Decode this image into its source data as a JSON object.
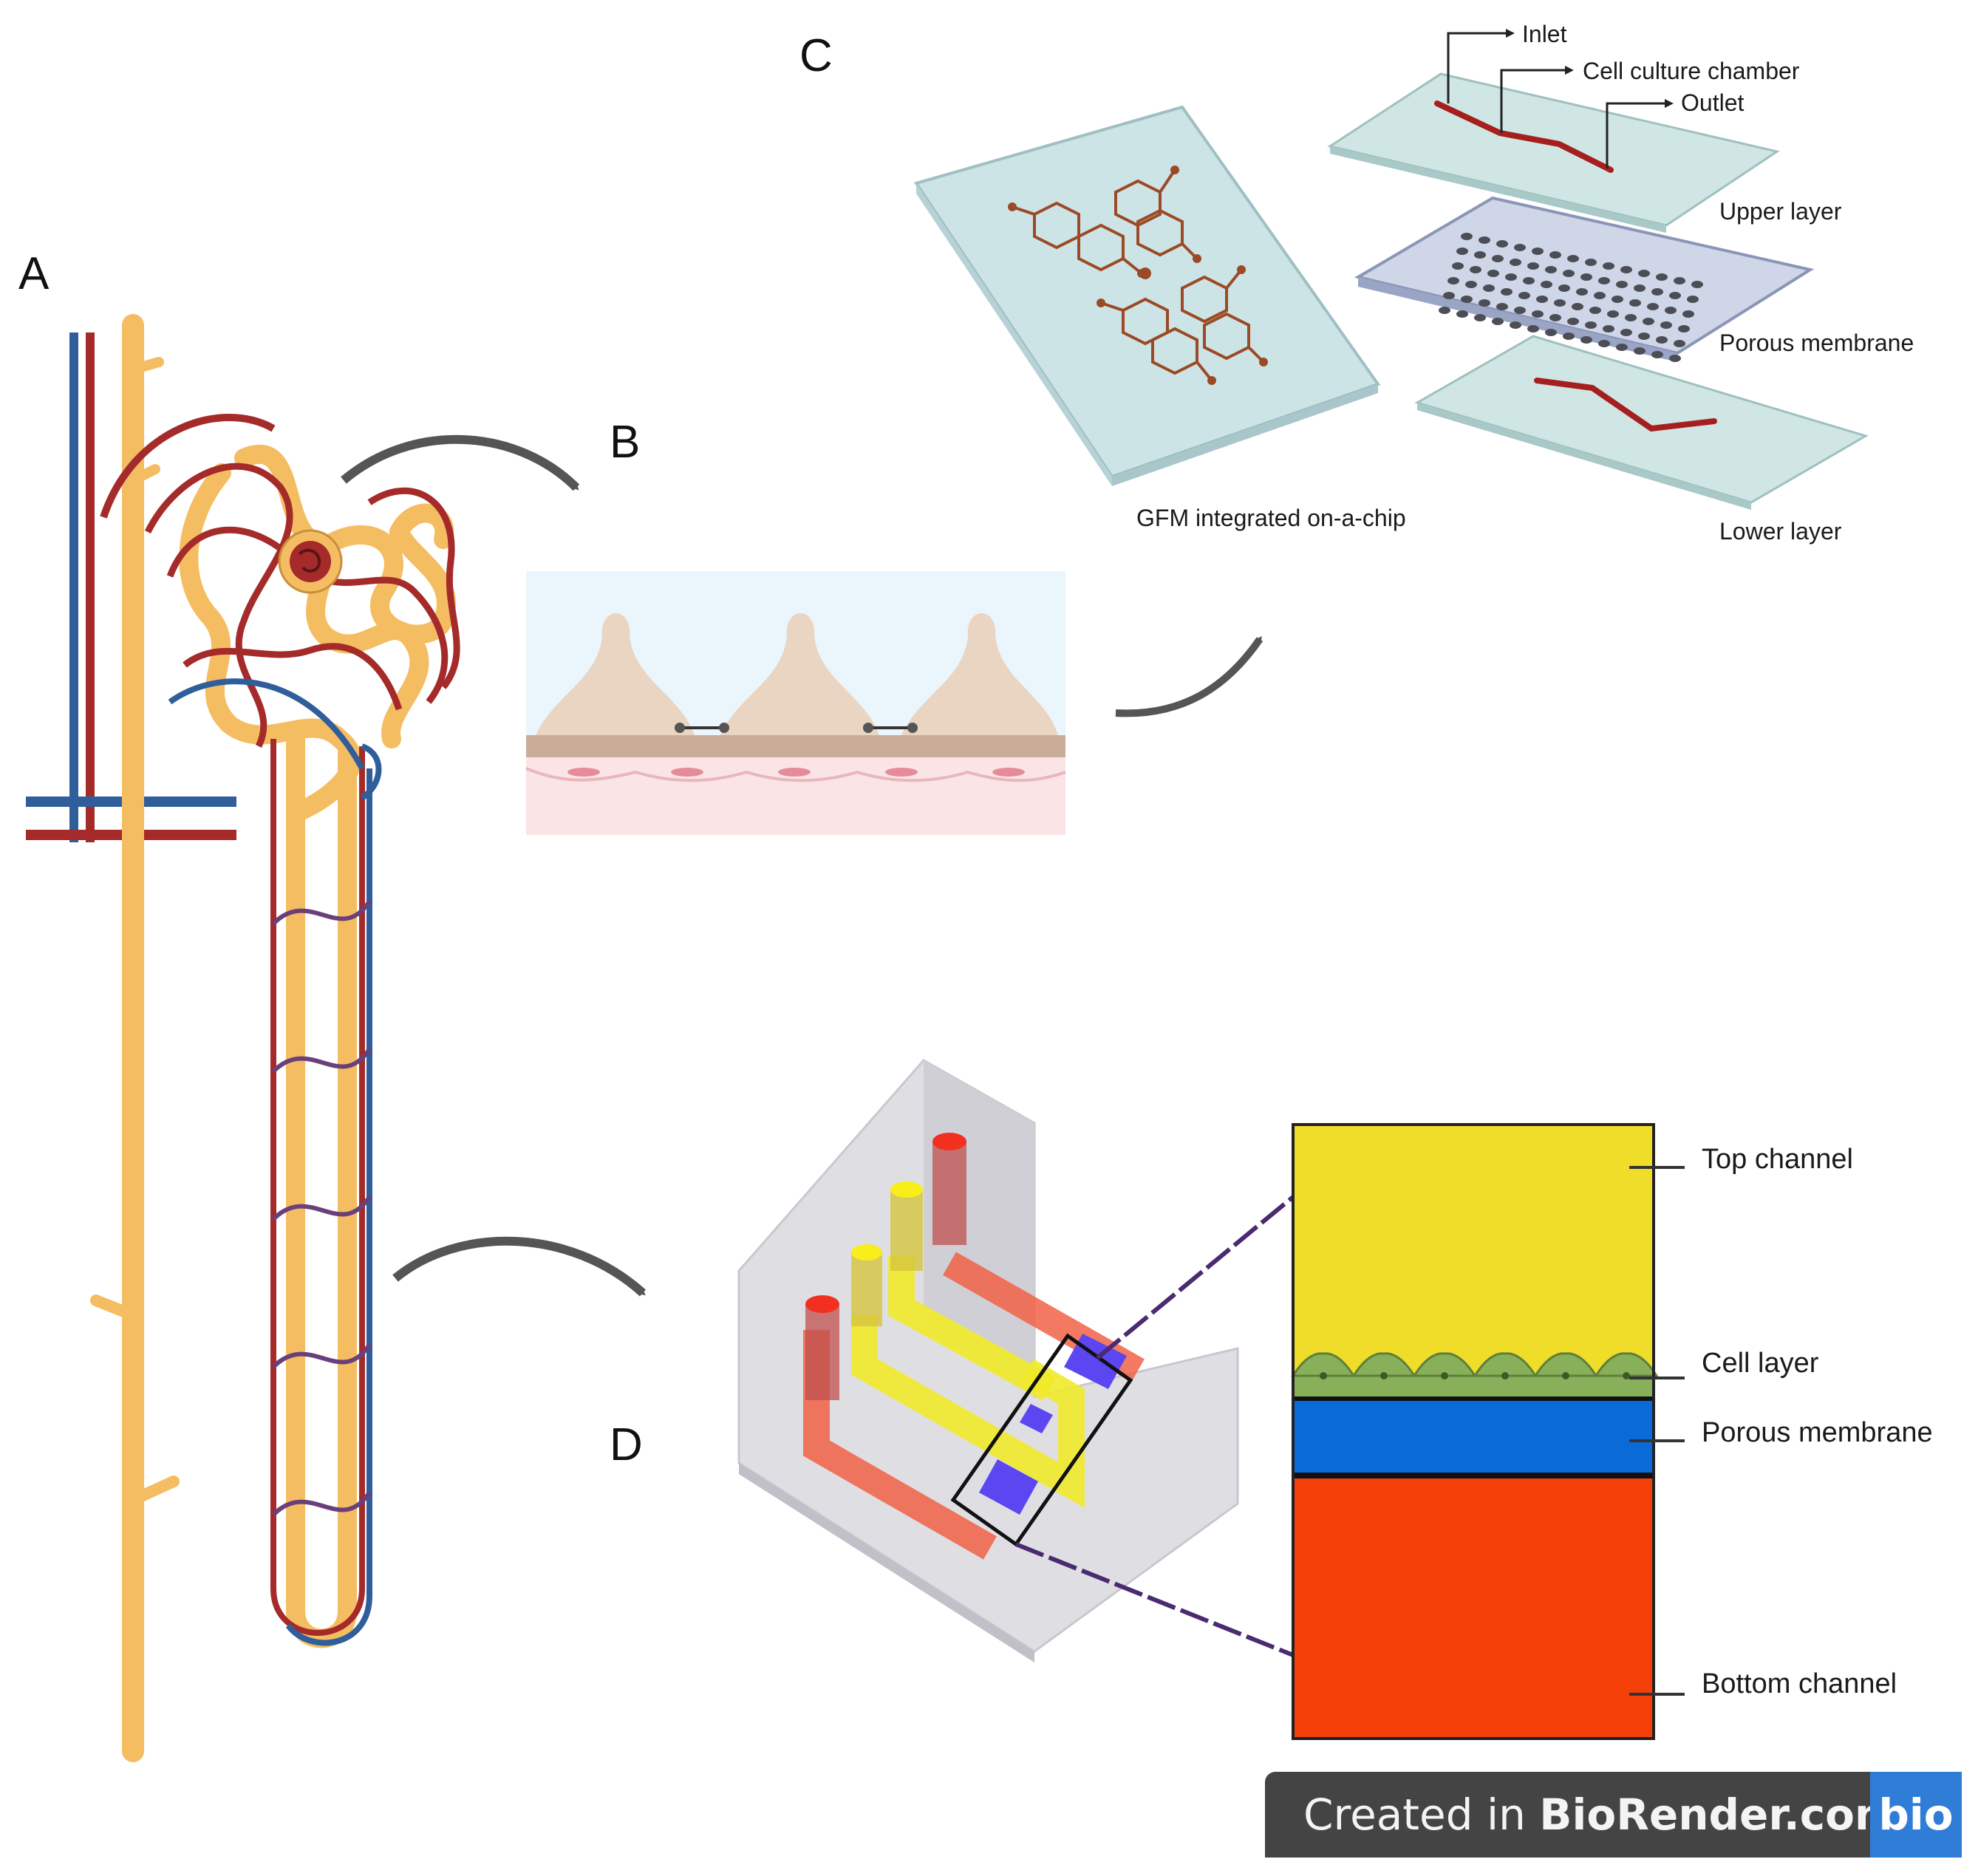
{
  "panels": {
    "a": "A",
    "b": "B",
    "c": "C",
    "d": "D"
  },
  "panel_c": {
    "inlet": "Inlet",
    "cell_culture_chamber": "Cell culture chamber",
    "outlet": "Outlet",
    "upper_layer": "Upper layer",
    "porous_membrane": "Porous membrane",
    "lower_layer": "Lower layer",
    "gfm_caption": "GFM integrated on-a-chip"
  },
  "panel_d": {
    "top_channel": "Top channel",
    "cell_layer": "Cell layer",
    "porous_membrane": "Porous membrane",
    "bottom_channel": "Bottom channel"
  },
  "badge": {
    "prefix": "Created in ",
    "brand": "BioRender.com",
    "logo": "bio"
  },
  "colors": {
    "tubule": "#f5bd62",
    "artery": "#a52a2a",
    "vein": "#2f5e9a",
    "top_channel": "#f0dd2a",
    "cell_layer": "#88b05a",
    "membrane": "#0a6ad8",
    "bottom_channel": "#f5400a"
  }
}
